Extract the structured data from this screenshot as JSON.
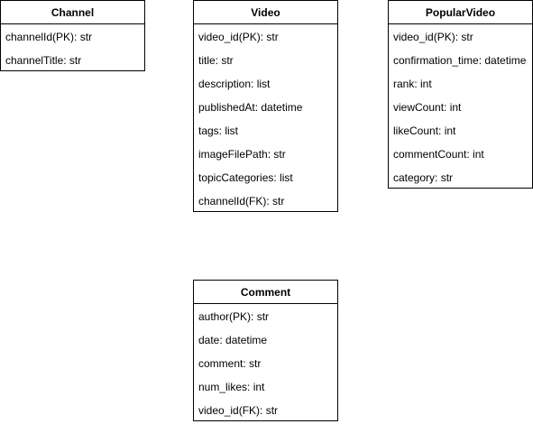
{
  "entities": {
    "channel": {
      "title": "Channel",
      "fields": [
        "channelId(PK): str",
        "channelTitle: str"
      ]
    },
    "video": {
      "title": "Video",
      "fields": [
        "video_id(PK): str",
        "title: str",
        "description: list",
        "publishedAt: datetime",
        "tags: list",
        "imageFilePath: str",
        "topicCategories: list",
        "channelId(FK): str"
      ]
    },
    "popular_video": {
      "title": "PopularVideo",
      "fields": [
        "video_id(PK): str",
        "confirmation_time: datetime",
        "rank: int",
        "viewCount: int",
        "likeCount: int",
        "commentCount: int",
        "category: str"
      ]
    },
    "comment": {
      "title": "Comment",
      "fields": [
        "author(PK): str",
        "date: datetime",
        "comment: str",
        "num_likes: int",
        "video_id(FK): str"
      ]
    }
  }
}
